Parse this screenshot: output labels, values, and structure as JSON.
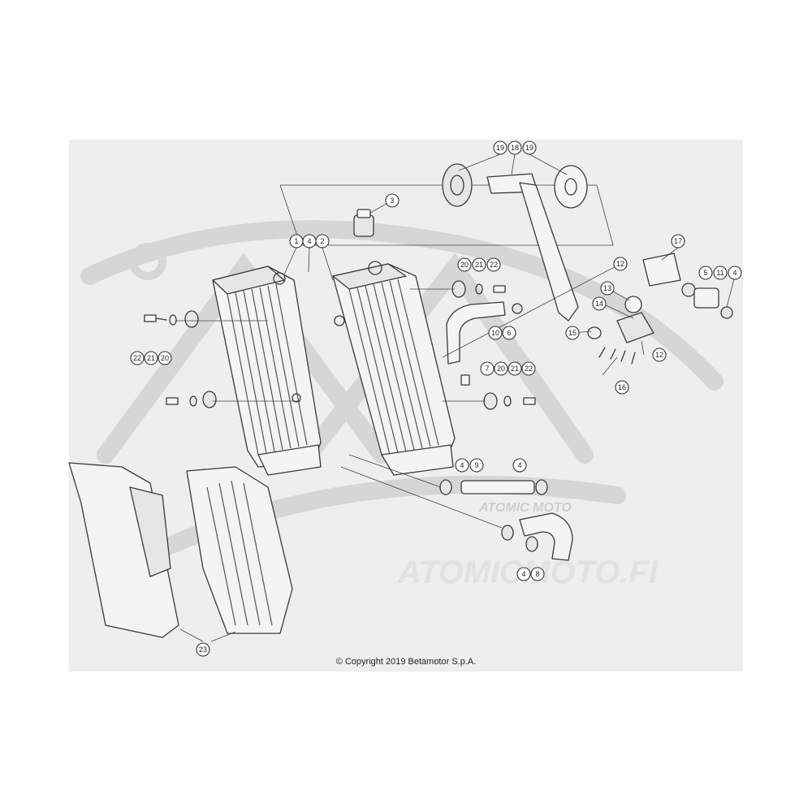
{
  "copyright": "© Copyright 2019 Betamotor S.p.A.",
  "watermark": {
    "text": "ATOMICMOTO.FI",
    "overlay_text": "ATOMIC MOTO"
  },
  "colors": {
    "background": "#ffffff",
    "panel": "#eeeeee",
    "ink": "#3a3a3a",
    "watermark": "#d6d6d6"
  },
  "callouts": [
    {
      "label": "19"
    },
    {
      "label": "18"
    },
    {
      "label": "19"
    },
    {
      "label": "3"
    },
    {
      "label": "1"
    },
    {
      "label": "4"
    },
    {
      "label": "2"
    },
    {
      "label": "20"
    },
    {
      "label": "21"
    },
    {
      "label": "22"
    },
    {
      "label": "17"
    },
    {
      "label": "12"
    },
    {
      "label": "5"
    },
    {
      "label": "11"
    },
    {
      "label": "4"
    },
    {
      "label": "13"
    },
    {
      "label": "14"
    },
    {
      "label": "15"
    },
    {
      "label": "12"
    },
    {
      "label": "16"
    },
    {
      "label": "10"
    },
    {
      "label": "6"
    },
    {
      "label": "22"
    },
    {
      "label": "21"
    },
    {
      "label": "20"
    },
    {
      "label": "7"
    },
    {
      "label": "20"
    },
    {
      "label": "21"
    },
    {
      "label": "22"
    },
    {
      "label": "4"
    },
    {
      "label": "9"
    },
    {
      "label": "4"
    },
    {
      "label": "4"
    },
    {
      "label": "8"
    },
    {
      "label": "23"
    }
  ]
}
